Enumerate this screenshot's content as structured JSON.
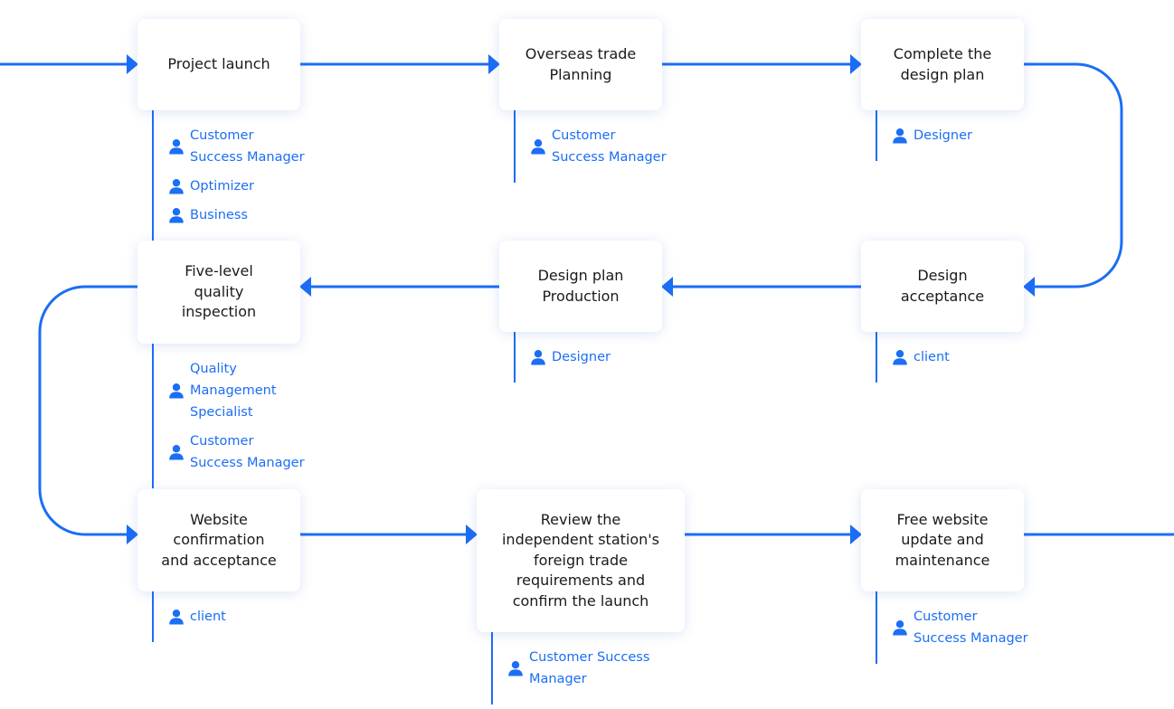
{
  "colors": {
    "accent": "#1b6ef5",
    "box_bg": "#ffffff",
    "text": "#1a1a1a"
  },
  "icons": {
    "role": "user-icon"
  },
  "steps": [
    {
      "label": "Project launch",
      "roles": [
        "Customer\nSuccess Manager",
        "Optimizer",
        "Business"
      ]
    },
    {
      "label": "Overseas trade\nPlanning",
      "roles": [
        "Customer\nSuccess Manager"
      ]
    },
    {
      "label": "Complete the\ndesign plan",
      "roles": [
        "Designer"
      ]
    },
    {
      "label": "Design\nacceptance",
      "roles": [
        "client"
      ]
    },
    {
      "label": "Design plan\nProduction",
      "roles": [
        "Designer"
      ]
    },
    {
      "label": "Five-level\nquality\ninspection",
      "roles": [
        "Quality\nManagement\nSpecialist",
        "Customer\nSuccess Manager"
      ]
    },
    {
      "label": "Website\nconfirmation\nand acceptance",
      "roles": [
        "client"
      ]
    },
    {
      "label": "Review the\nindependent station's\nforeign trade\nrequirements and\nconfirm the launch",
      "roles": [
        "Customer Success\nManager"
      ]
    },
    {
      "label": "Free website\nupdate and\nmaintenance",
      "roles": [
        "Customer\nSuccess Manager"
      ]
    }
  ]
}
